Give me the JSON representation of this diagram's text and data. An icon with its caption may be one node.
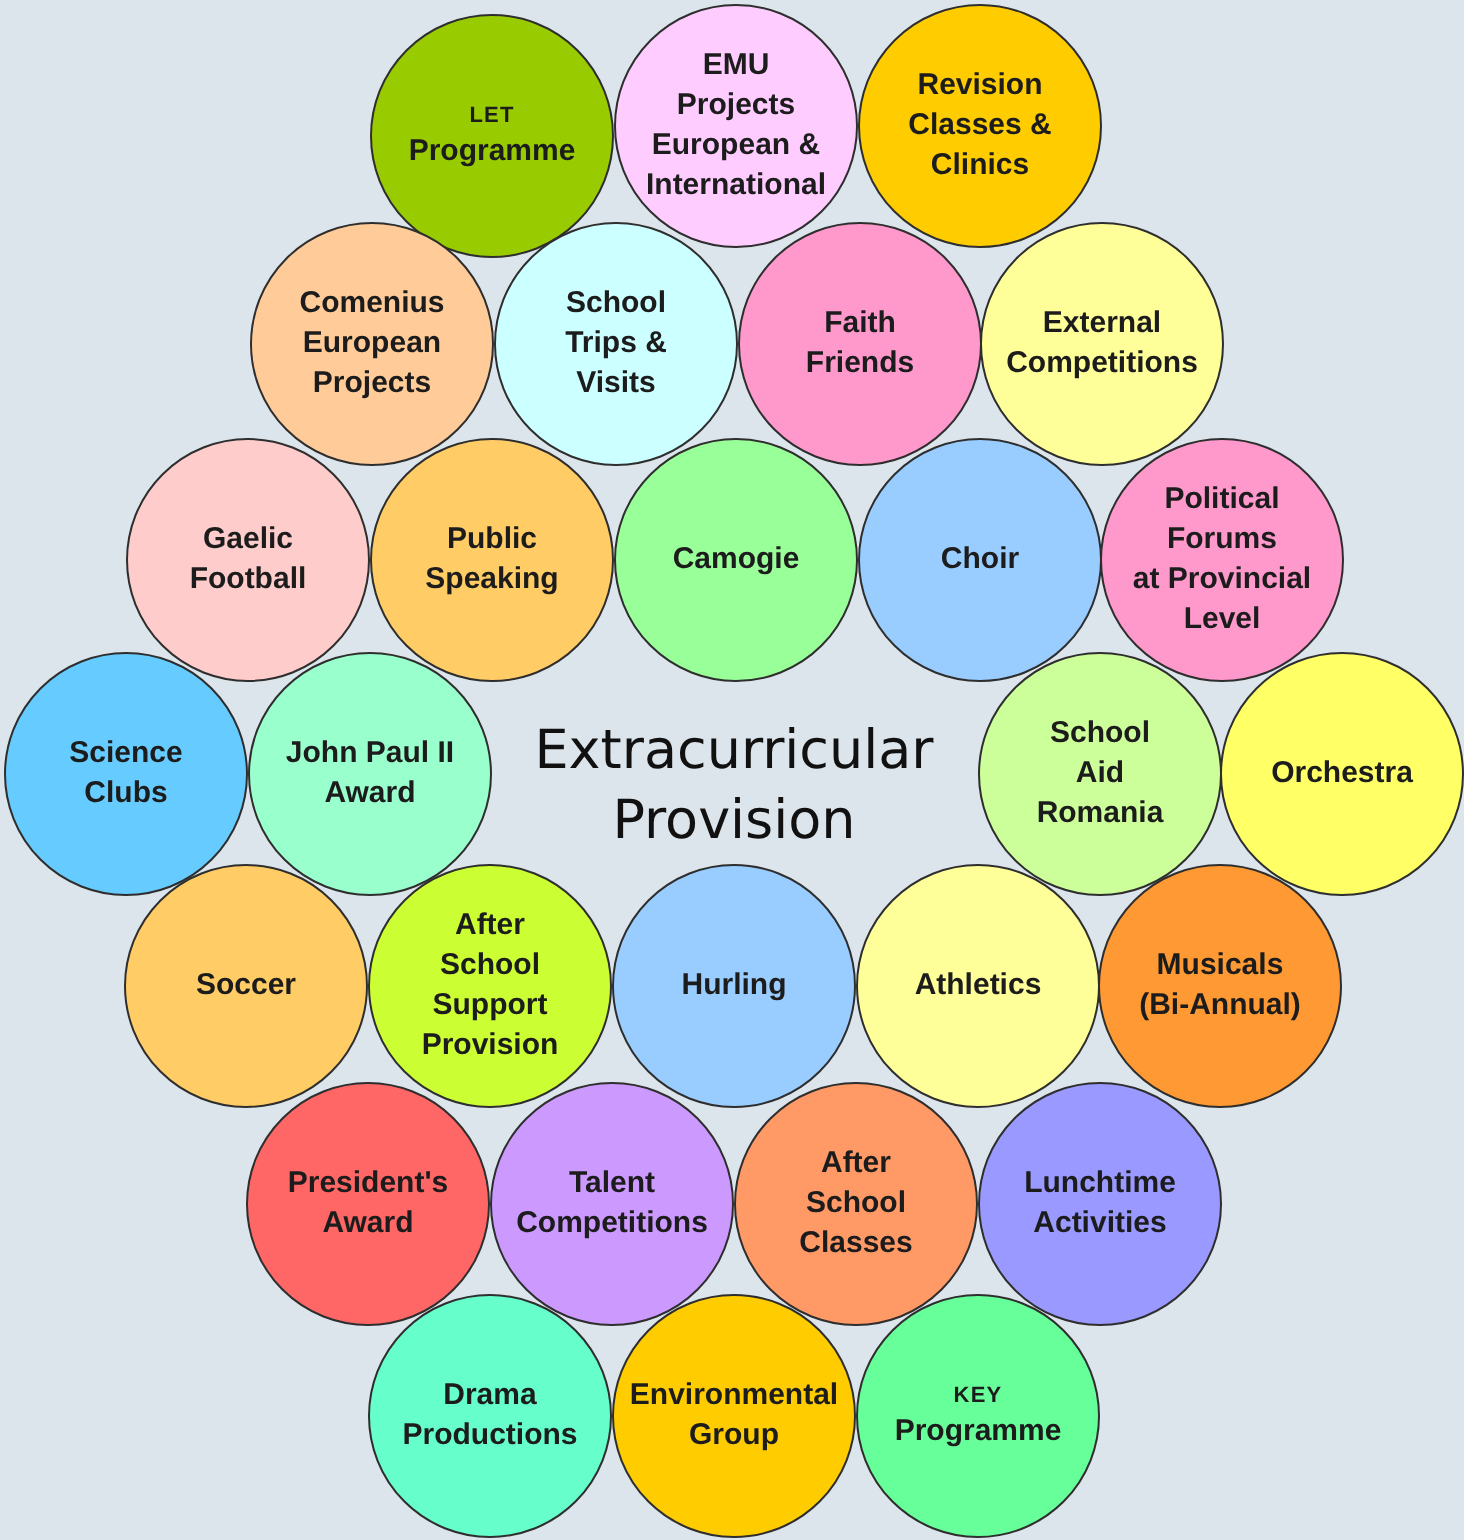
{
  "diagram": {
    "title": "Extracurricular Provision",
    "nodes": [
      {
        "text": [
          "LET",
          "Programme"
        ]
      },
      {
        "text": [
          "EMU Projects European & International"
        ]
      },
      {
        "text": [
          "Revision Classes & Clinics"
        ]
      },
      {
        "text": [
          "Comenius European Projects"
        ]
      },
      {
        "text": [
          "School Trips & Visits"
        ]
      },
      {
        "text": [
          "Faith Friends"
        ]
      },
      {
        "text": [
          "External Competitions"
        ]
      },
      {
        "text": [
          "Gaelic Football"
        ]
      },
      {
        "text": [
          "Public Speaking"
        ]
      },
      {
        "text": [
          "Camogie"
        ]
      },
      {
        "text": [
          "Choir"
        ]
      },
      {
        "text": [
          "Political Forums at Provincial Level"
        ]
      },
      {
        "text": [
          "Science Clubs"
        ]
      },
      {
        "text": [
          "John Paul II Award"
        ]
      },
      {
        "text": [
          "School Aid Romania"
        ]
      },
      {
        "text": [
          "Orchestra"
        ]
      },
      {
        "text": [
          "Soccer"
        ]
      },
      {
        "text": [
          "After School Support Provision"
        ]
      },
      {
        "text": [
          "Hurling"
        ]
      },
      {
        "text": [
          "Athletics"
        ]
      },
      {
        "text": [
          "Musicals (Bi-Annual)"
        ]
      },
      {
        "text": [
          "President's Award"
        ]
      },
      {
        "text": [
          "Talent Competitions"
        ]
      },
      {
        "text": [
          "After School Classes"
        ]
      },
      {
        "text": [
          "Lunchtime Activities"
        ]
      },
      {
        "text": [
          "Drama Productions"
        ]
      },
      {
        "text": [
          "Environmental Group"
        ]
      },
      {
        "text": [
          "KEY",
          "Programme"
        ]
      }
    ]
  }
}
